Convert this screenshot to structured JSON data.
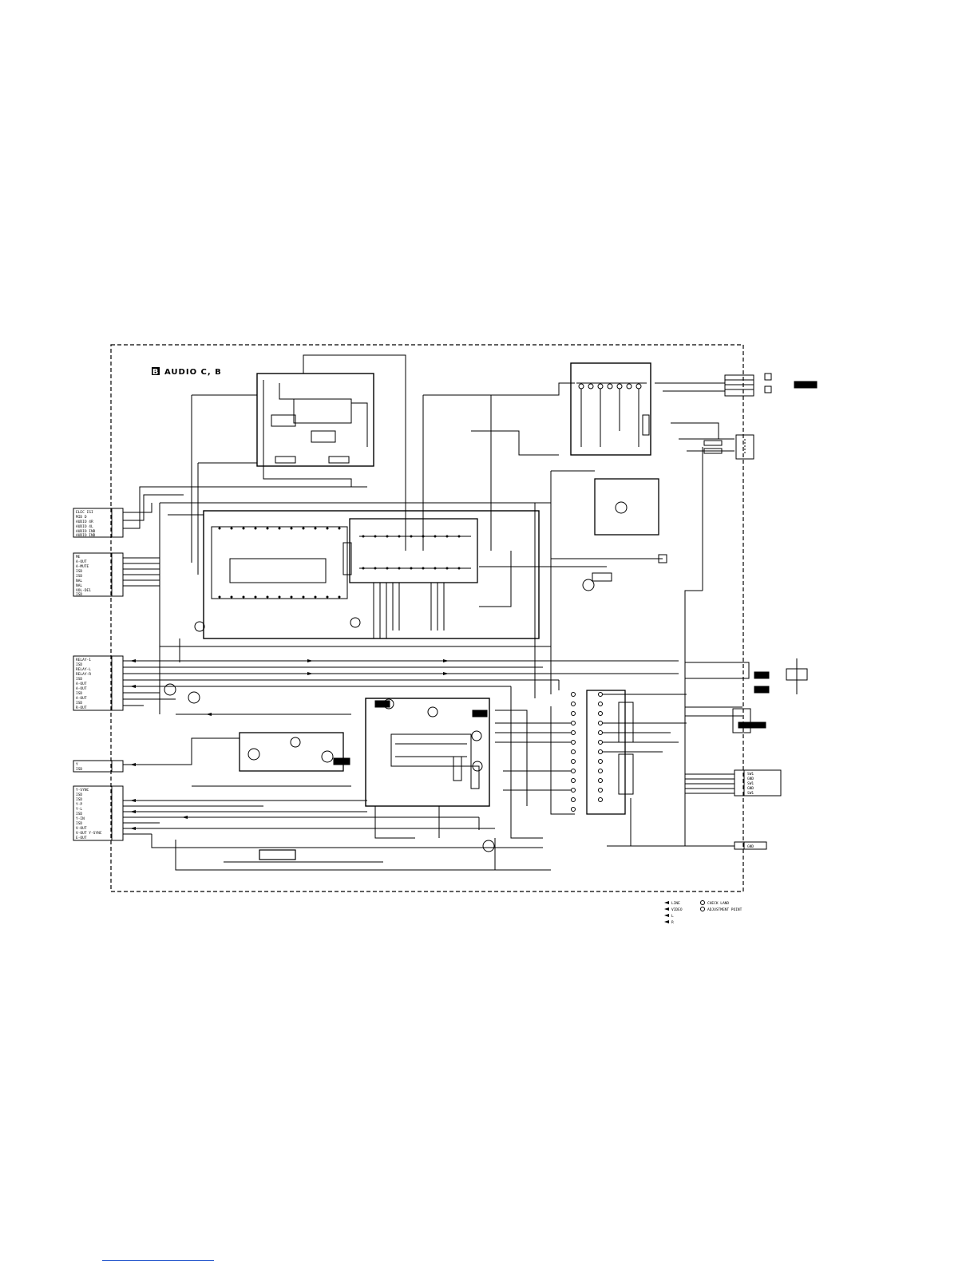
{
  "title": {
    "letter": "B",
    "text": "AUDIO C, B"
  },
  "connectors": {
    "cn1_pins": [
      "ELEC ISI",
      "MID D",
      "AUDIO 4R",
      "AUDIO 4L",
      "AUDIO IND",
      "AUDIO IND"
    ],
    "cn2_pins": [
      "ME",
      "A-OUT",
      "A-MUTE",
      "ISD",
      "ISD",
      "NAL",
      "NAL",
      "VOL-DE1",
      "ISD"
    ],
    "cn3_pins": [
      "RELAY-1",
      "ISD",
      "RELAY-L",
      "RELAY-R",
      "ISD",
      "A-OUT",
      "A-OUT",
      "ISD",
      "A-OUT",
      "ISD",
      "R-OUT"
    ],
    "cn4_pins": [
      "Y",
      "ISD"
    ],
    "cn5_pins": [
      "Y-SYNC",
      "ISD",
      "ISD",
      "Y-P",
      "Y-L",
      "ISD",
      "Y-IN",
      "ISD",
      "V-OUT",
      "V-OUT Y-SYNC",
      "E-OUT"
    ],
    "right_pins": [
      "SW1",
      "GND",
      "SW1",
      "GND",
      "SW1"
    ],
    "bottom_right_pin": "GND"
  },
  "legend": {
    "left": [
      "LINE",
      "VIDEO",
      "L",
      "R"
    ],
    "right": [
      "CHECK LAND",
      "ADJUSTMENT POINT"
    ]
  },
  "colors": {
    "ink": "#000000",
    "paper": "#ffffff",
    "footer_link": "#2255cc"
  }
}
